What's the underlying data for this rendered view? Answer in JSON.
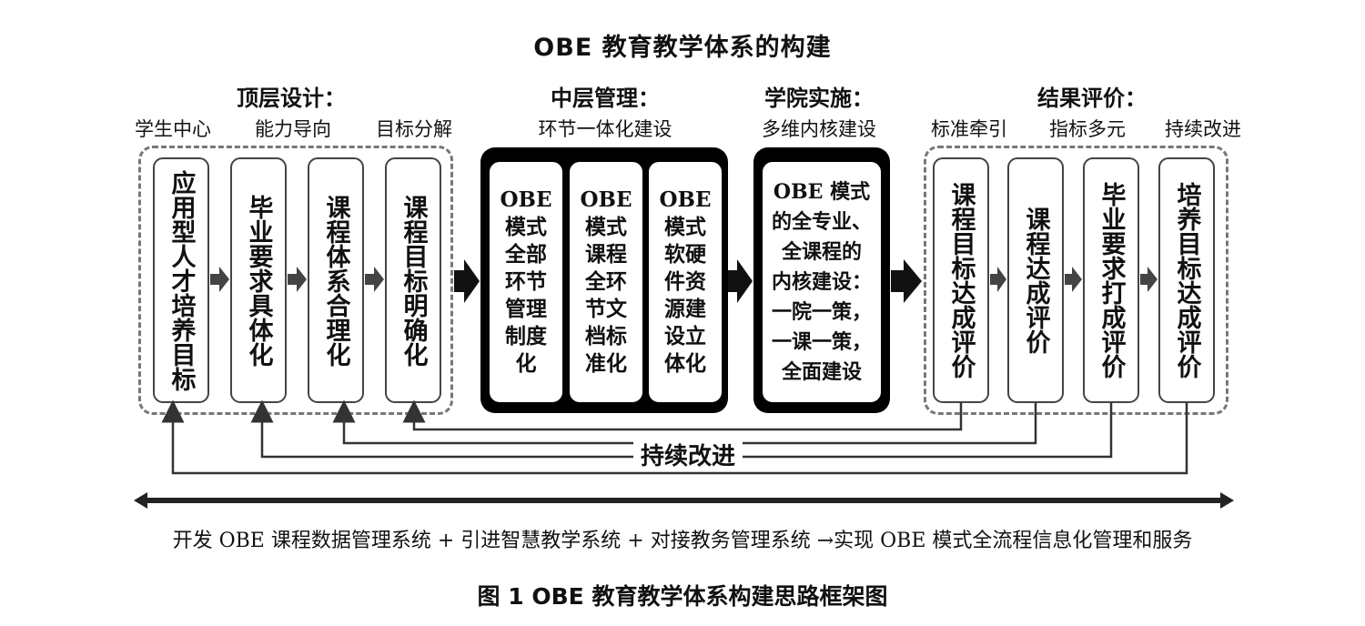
{
  "title": "OBE 教育教学体系的构建",
  "sections": {
    "top": {
      "heading": "顶层设计：",
      "subs": [
        "学生中心",
        "能力导向",
        "目标分解"
      ]
    },
    "middle": {
      "heading": "中层管理：",
      "sub": "环节一体化建设"
    },
    "college": {
      "heading": "学院实施：",
      "sub": "多维内核建设"
    },
    "result": {
      "heading": "结果评价：",
      "subs": [
        "标准牵引",
        "指标多元",
        "持续改进"
      ]
    }
  },
  "left_boxes": [
    "应用型人才培养目标",
    "毕业要求具体化",
    "课程体系合理化",
    "课程目标明确化"
  ],
  "middle_boxes": [
    [
      "OBE",
      "模式",
      "全部",
      "环节",
      "管理",
      "制度",
      "化"
    ],
    [
      "OBE",
      "模式",
      "课程",
      "全环",
      "节文",
      "档标",
      "准化"
    ],
    [
      "OBE",
      "模式",
      "软硬",
      "件资",
      "源建",
      "设立",
      "体化"
    ]
  ],
  "college_box": [
    "OBE 模式",
    "的全专业、",
    "全课程的",
    "内核建设：",
    "一院一策，",
    "一课一策，",
    "全面建设"
  ],
  "right_boxes": [
    "课程目标达成评价",
    "课程达成评价",
    "毕业要求打成评价",
    "培养目标达成评价"
  ],
  "feedback_label": "持续改进",
  "bottom_text": "开发  OBE  课程数据管理系统 + 引进智慧教学系统 + 对接教务管理系统  →实现 OBE 模式全流程信息化管理和服务",
  "caption": "图 1    OBE 教育教学体系构建思路框架图"
}
